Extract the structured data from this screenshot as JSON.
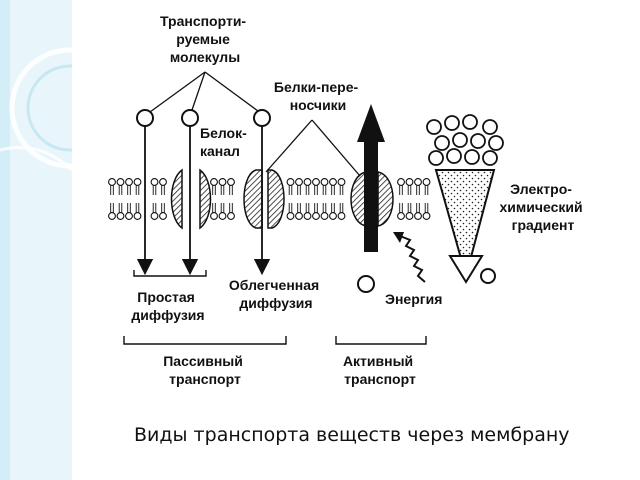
{
  "slide": {
    "caption": "Виды транспорта веществ через мембрану",
    "colors": {
      "stripe_light": "#e8f6fb",
      "stripe_dark": "#b9e1ee",
      "ink": "#111111"
    }
  },
  "diagram": {
    "labels": {
      "transported_molecules": [
        "Транспорти-",
        "руемые",
        "молекулы"
      ],
      "carrier_proteins": [
        "Белки-пере-",
        "носчики"
      ],
      "channel_protein": [
        "Белок-",
        "канал"
      ],
      "electrochemical_gradient": [
        "Электро-",
        "химический",
        "градиент"
      ],
      "simple_diffusion": [
        "Простая",
        "диффузия"
      ],
      "facilitated_diffusion": [
        "Облегченная",
        "диффузия"
      ],
      "energy": "Энергия",
      "passive_transport": [
        "Пассивный",
        "транспорт"
      ],
      "active_transport": [
        "Активный",
        "транспорт"
      ]
    }
  }
}
